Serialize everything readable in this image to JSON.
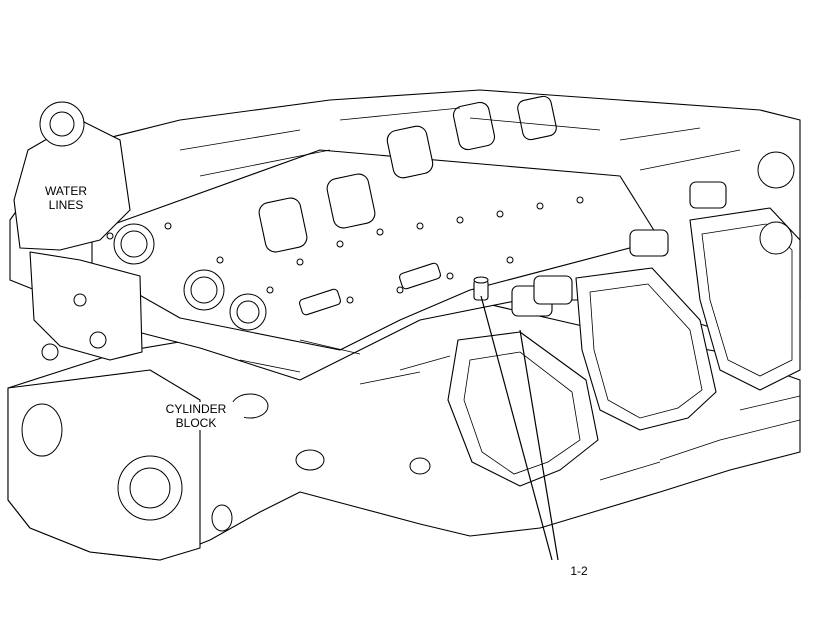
{
  "labels": {
    "water_lines": "WATER LINES",
    "cylinder_block": "CYLINDER BLOCK",
    "callout": "1-2"
  },
  "colors": {
    "line": "#000000",
    "background": "#ffffff"
  }
}
